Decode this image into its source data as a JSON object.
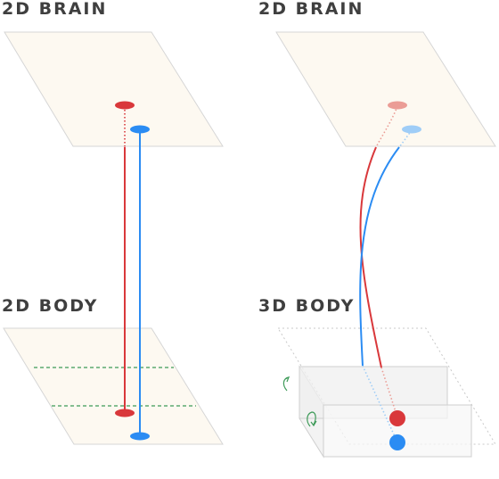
{
  "panels": {
    "left_top_label": "2D BRAIN",
    "right_top_label": "2D BRAIN",
    "left_bottom_label": "2D BODY",
    "right_bottom_label": "3D BODY"
  },
  "colors": {
    "red": "#d9383b",
    "blue": "#2b8cf3",
    "red_faded": "#eb9d96",
    "blue_faded": "#9fcdf7",
    "plane_fill": "#fdf9f1",
    "guide_green": "#3d9a58",
    "text": "#3f3f3f"
  },
  "icons": {
    "rotation_arrows": "curved-arrow-icon"
  }
}
